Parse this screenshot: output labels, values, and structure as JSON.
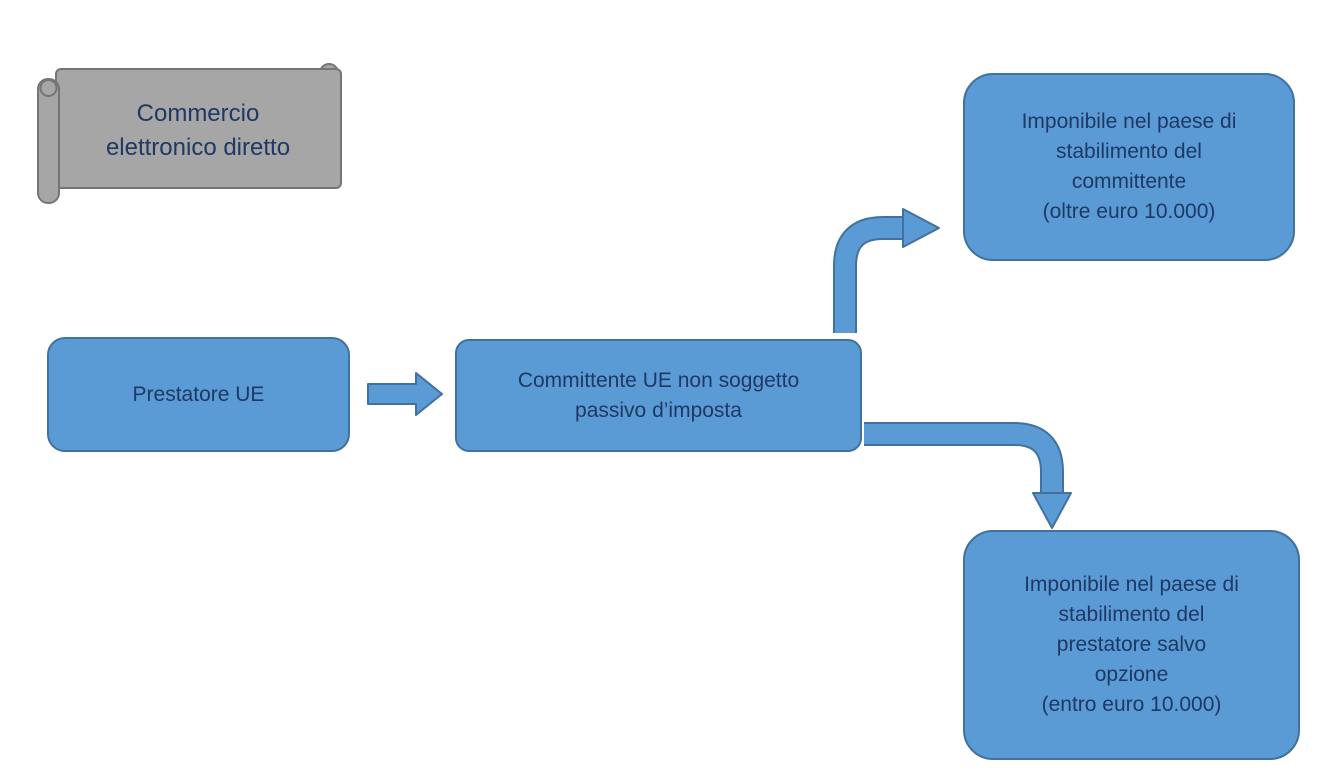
{
  "colors": {
    "background": "#FFFFFF",
    "box_fill": "#5B9BD5",
    "box_border": "#41719C",
    "banner_fill": "#A6A6A6",
    "banner_border": "#757575",
    "text": "#1F3864"
  },
  "banner": {
    "label": "Commercio\nelettronico diretto"
  },
  "nodes": {
    "prestatore": {
      "label": "Prestatore UE"
    },
    "committente": {
      "label": "Committente UE non soggetto\npassivo d’imposta"
    },
    "imponibile_committente": {
      "label": "Imponibile nel paese di\nstabilimento del\ncommittente\n(oltre euro 10.000)"
    },
    "imponibile_prestatore": {
      "label": "Imponibile nel paese di\nstabilimento del\nprestatore salvo\nopzione\n(entro euro 10.000)"
    }
  },
  "edges": [
    {
      "from": "prestatore",
      "to": "committente",
      "style": "straight-right"
    },
    {
      "from": "committente",
      "to": "imponibile_committente",
      "style": "bend-up-right"
    },
    {
      "from": "committente",
      "to": "imponibile_prestatore",
      "style": "bend-right-down"
    }
  ]
}
